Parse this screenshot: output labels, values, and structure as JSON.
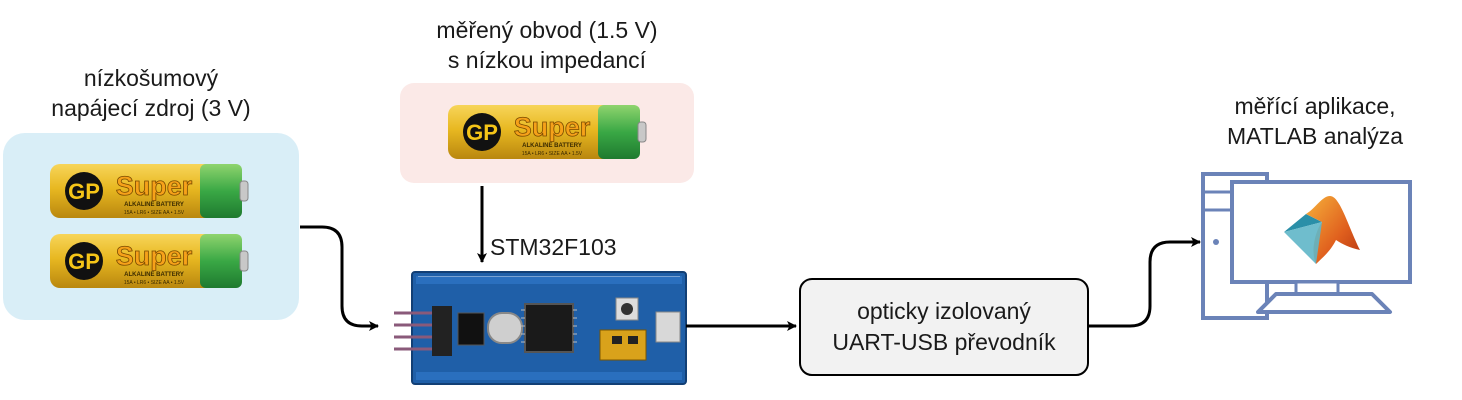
{
  "power_supply": {
    "line1": "nízkošumový",
    "line2": "napájecí zdroj (3 V)"
  },
  "measured_circuit": {
    "line1": "měřený obvod (1.5 V)",
    "line2": "s nízkou impedancí"
  },
  "mcu": {
    "label": "STM32F103"
  },
  "converter": {
    "line1": "opticky izolovaný",
    "line2": "UART-USB převodník"
  },
  "app": {
    "line1": "měřící aplikace,",
    "line2": "MATLAB analýza"
  },
  "battery": {
    "brand": "GP",
    "model": "Super",
    "subtitle": "ALKALINE BATTERY",
    "fine": "15A • LR6 • SIZE AA • 1.5V"
  },
  "colors": {
    "supply_bg": "#d9eef7",
    "circuit_bg": "#fbe9e7",
    "converter_bg": "#f2f2f2",
    "board": "#1f5fa8",
    "battery_gold": "#e8b821",
    "battery_green": "#3aa845",
    "monitor_stroke": "#6b83b8"
  }
}
